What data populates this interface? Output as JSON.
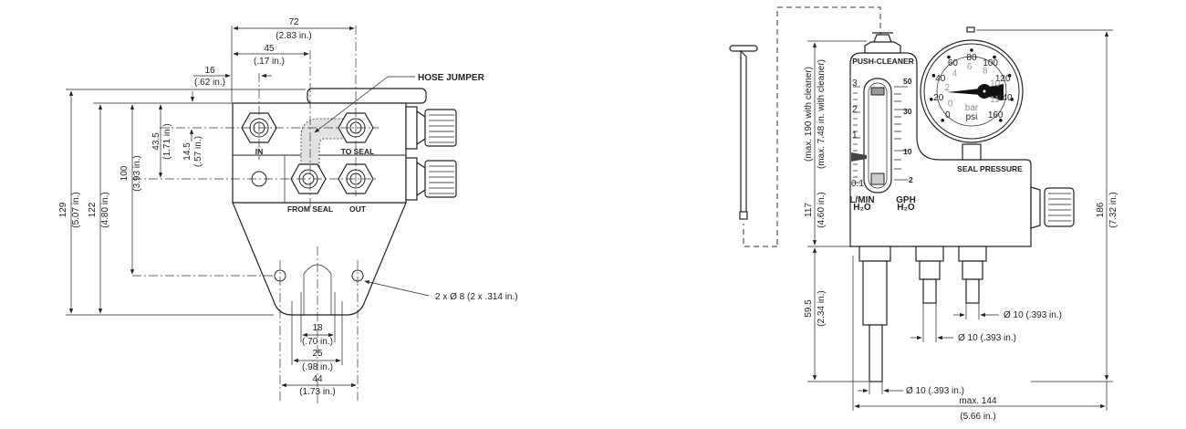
{
  "left_view": {
    "dim_72": "72",
    "dim_72_in": "(2.83 in.)",
    "dim_45": "45",
    "dim_45_in": "(.17 in.)",
    "dim_16": "16",
    "dim_16_in": "(.62 in.)",
    "dim_129": "129",
    "dim_129_in": "(5.07 in.)",
    "dim_122": "122",
    "dim_122_in": "(4.80 in.)",
    "dim_100": "100",
    "dim_100_in": "(3.93 in.)",
    "dim_43_5": "43.5",
    "dim_43_5_in": "(1.71 in.)",
    "dim_14_5": "14.5",
    "dim_14_5_in": "(.57 in.)",
    "dim_18": "18",
    "dim_18_in": "(.70 in.)",
    "dim_25": "25",
    "dim_25_in": "(.98 in.)",
    "dim_44": "44",
    "dim_44_in": "(1.73 in.)",
    "holes": "2 x Ø 8  (2 x .314 in.)",
    "hose_jumper": "HOSE JUMPER",
    "port_in": "IN",
    "port_to_seal": "TO SEAL",
    "port_from_seal": "FROM SEAL",
    "port_out": "OUT"
  },
  "right_view": {
    "push_cleaner": "PUSH-CLEANER",
    "seal_pressure": "SEAL PRESSURE",
    "lmin": "L/MIN",
    "gph": "GPH",
    "h2o": "H₂O",
    "lmin_scale": [
      "3",
      "2",
      "1",
      "0.1"
    ],
    "gph_scale": [
      "50",
      "30",
      "10",
      "2"
    ],
    "gauge_psi": [
      "0",
      "20",
      "40",
      "60",
      "80",
      "100",
      "120",
      "140",
      "160"
    ],
    "gauge_bar": [
      "0",
      "2",
      "4",
      "6",
      "8",
      "10",
      "11"
    ],
    "gauge_unit_bar": "bar",
    "gauge_unit_psi": "psi",
    "dim_117": "117",
    "dim_117_in": "(4.60 in.)",
    "dim_max190": "(max. 190 with cleaner)",
    "dim_max190_in": "(max. 7.48 in. with cleaner)",
    "dim_59_5": "59.5",
    "dim_59_5_in": "(2.34 in.)",
    "dim_186": "186",
    "dim_186_in": "(7.32 in.)",
    "dim_144": "max. 144",
    "dim_144_in": "(5.66 in.)",
    "dia_a": "Ø 10 (.393 in.)",
    "dia_b": "Ø 10 (.393 in.)",
    "dia_c": "Ø 10 (.393 in.)"
  }
}
